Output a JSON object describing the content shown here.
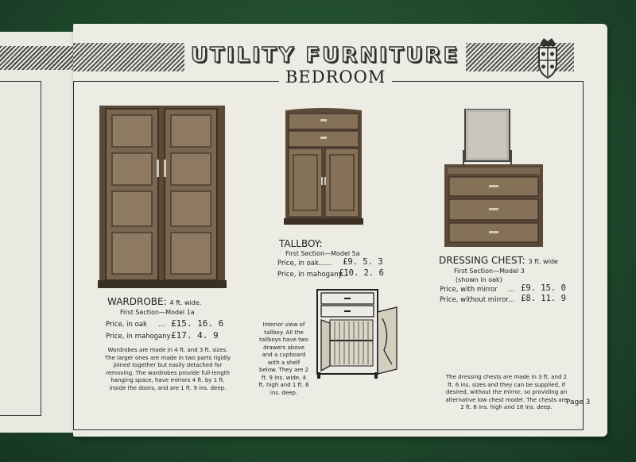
{
  "header": {
    "title": "UTILITY FURNITURE"
  },
  "section": {
    "title": "BEDROOM"
  },
  "wardrobe": {
    "name": "WARDROBE:",
    "size": "4 ft. wide.",
    "section_model": "First Section—Model 1a",
    "price_oak_label": "Price, in oak",
    "price_oak_dots": "...",
    "price_oak_value": "£15. 16. 6",
    "price_mahogany_label": "Price, in mahogany",
    "price_mahogany_value": "£17. 4. 9",
    "description": "Wardrobes are made in 4 ft. and 3 ft. sizes. The larger ones are made in two parts rigidly joined together but easily detached for removing. The wardrobes provide full-length hanging space, have mirrors 4 ft. by 1 ft. inside the doors, and are 1 ft. 9 ins. deep."
  },
  "tallboy": {
    "name": "TALLBOY:",
    "section_model": "First Section—Model 5a",
    "price_oak_label": "Price, in oak...",
    "price_oak_dots": "...",
    "price_oak_value": "£9. 5. 3",
    "price_mahogany_label": "Price, in mahogany",
    "price_mahogany_dots": "...",
    "price_mahogany_value": "£10. 2. 6",
    "interior_note": "Interior view of tallboy. All the tallboys have two drawers above and a cupboard with a shelf below. They are 2 ft. 9 ins. wide, 4 ft. high and 1 ft. 6 ins. deep."
  },
  "dressing_chest": {
    "name": "DRESSING CHEST:",
    "size": "3 ft. wide",
    "section_model": "First Section—Model 3",
    "shown_in": "(shown in oak)",
    "price_mirror_label": "Price, with mirror",
    "price_mirror_dots": "...",
    "price_mirror_value": "£9. 15. 0",
    "price_no_mirror_label": "Price, without mirror",
    "price_no_mirror_dots": "...",
    "price_no_mirror_value": "£8. 11. 9",
    "description": "The dressing chests are made in 3 ft. and 2 ft. 6 ins. sizes and they can be supplied, if desired, without the mirror, so providing an alternative low chest model. The chests are 2 ft. 6 ins. high and 18 ins. deep."
  },
  "footer": {
    "page": "Page 3"
  },
  "colors": {
    "felt": "#1f4a30",
    "paper": "#ecebe4",
    "ink": "#222222",
    "wood": "#6e5a45"
  }
}
